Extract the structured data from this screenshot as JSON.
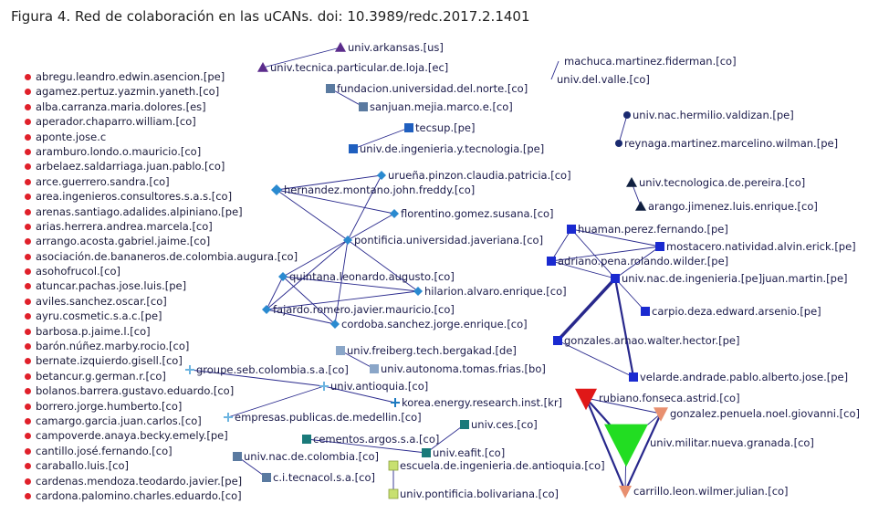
{
  "caption": "Figura 4. Red de colaboración en las uCANs. doi: 10.3989/redc.2017.2.1401",
  "colors": {
    "edge": "#28288c",
    "isolate": "#e0202a",
    "purple": "#5b2c8c",
    "navy": "#1a2a70",
    "dark": "#102040",
    "blue": "#1f5fbf",
    "steel": "#5a7aa0",
    "lightsteel": "#8aa6c8",
    "cyan": "#2a8ad0",
    "skyblue": "#6cb4e0",
    "azure": "#1c7ac0",
    "royal": "#1a2ad0",
    "teal": "#1a7a7a",
    "lime": "#c8e070",
    "red": "#e01818",
    "salmon": "#e89070",
    "green": "#22dd22"
  },
  "isolates": [
    "abregu.leandro.edwin.asencion.[pe]",
    "agamez.pertuz.yazmin.yaneth.[co]",
    "alba.carranza.maria.dolores.[es]",
    "aperador.chaparro.william.[co]",
    "aponte.jose.c",
    "aramburo.londo.o.mauricio.[co]",
    "arbelaez.saldarriaga.juan.pablo.[co]",
    "arce.guerrero.sandra.[co]",
    "area.ingenieros.consultores.s.a.s.[co]",
    "arenas.santiago.adalides.alpiniano.[pe]",
    "arias.herrera.andrea.marcela.[co]",
    "arrango.acosta.gabriel.jaime.[co]",
    "asociación.de.bananeros.de.colombia.augura.[co]",
    "asohofrucol.[co]",
    "atuncar.pachas.jose.luis.[pe]",
    "aviles.sanchez.oscar.[co]",
    "ayru.cosmetic.s.a.c.[pe]",
    "barbosa.p.jaime.l.[co]",
    "barón.núñez.marby.rocio.[co]",
    "bernate.izquierdo.gisell.[co]",
    "betancur.g.german.r.[co]",
    "bolanos.barrera.gustavo.eduardo.[co]",
    "borrero.jorge.humberto.[co]",
    "camargo.garcia.juan.carlos.[co]",
    "campoverde.anaya.becky.emely.[pe]",
    "cantillo.josé.fernando.[co]",
    "caraballo.luis.[co]",
    "cardenas.mendoza.teodardo.javier.[pe]",
    "cardona.palomino.charles.eduardo.[co]"
  ],
  "nodes": [
    {
      "id": "arkansas",
      "label": "univ.arkansas.[us]",
      "shape": "tri",
      "color": "purple"
    },
    {
      "id": "loja",
      "label": "univ.tecnica.particular.de.loja.[ec]",
      "shape": "tri",
      "color": "purple"
    },
    {
      "id": "machuca",
      "label": "machuca.martinez.fiderman.[co]",
      "shape": "none",
      "color": "navy"
    },
    {
      "id": "valle",
      "label": "univ.del.valle.[co]",
      "shape": "none",
      "color": "navy"
    },
    {
      "id": "fnorte",
      "label": "fundacion.universidad.del.norte.[co]",
      "shape": "sq",
      "color": "steel"
    },
    {
      "id": "sanjuan",
      "label": "sanjuan.mejia.marco.e.[co]",
      "shape": "sq",
      "color": "steel"
    },
    {
      "id": "hermilio",
      "label": "univ.nac.hermilio.valdizan.[pe]",
      "shape": "circle",
      "color": "navy"
    },
    {
      "id": "reynaga",
      "label": "reynaga.martinez.marcelino.wilman.[pe]",
      "shape": "circle",
      "color": "navy"
    },
    {
      "id": "tecsup",
      "label": "tecsup.[pe]",
      "shape": "sq",
      "color": "blue"
    },
    {
      "id": "uitp",
      "label": "univ.de.ingenieria.y.tecnologia.[pe]",
      "shape": "sq",
      "color": "blue"
    },
    {
      "id": "pereira",
      "label": "univ.tecnologica.de.pereira.[co]",
      "shape": "tri",
      "color": "dark"
    },
    {
      "id": "arangoj",
      "label": "arango.jimenez.luis.enrique.[co]",
      "shape": "tri",
      "color": "dark"
    },
    {
      "id": "uruena",
      "label": "urueña.pinzon.claudia.patricia.[co]",
      "shape": "dia",
      "color": "cyan"
    },
    {
      "id": "hernandez",
      "label": "hernandez.montano.john.freddy.[co]",
      "shape": "dia",
      "color": "cyan"
    },
    {
      "id": "florentino",
      "label": "florentino.gomez.susana.[co]",
      "shape": "dia",
      "color": "cyan"
    },
    {
      "id": "javeriana",
      "label": "pontificia.universidad.javeriana.[co]",
      "shape": "dia",
      "color": "cyan"
    },
    {
      "id": "quintana",
      "label": "quintana.leonardo.augusto.[co]",
      "shape": "dia",
      "color": "cyan"
    },
    {
      "id": "hilarion",
      "label": "hilarion.alvaro.enrique.[co]",
      "shape": "dia",
      "color": "cyan"
    },
    {
      "id": "fajardo",
      "label": "fajardo.romero.javier.mauricio.[co]",
      "shape": "dia",
      "color": "cyan"
    },
    {
      "id": "cordoba",
      "label": "cordoba.sanchez.jorge.enrique.[co]",
      "shape": "dia",
      "color": "cyan"
    },
    {
      "id": "huaman",
      "label": "huaman.perez.fernando.[pe]",
      "shape": "sq",
      "color": "royal"
    },
    {
      "id": "mostacero",
      "label": "mostacero.natividad.alvin.erick.[pe]",
      "shape": "sq",
      "color": "royal"
    },
    {
      "id": "adriano",
      "label": "adriano.pena.rolando.wilder.[pe]",
      "shape": "sq",
      "color": "royal"
    },
    {
      "id": "uni",
      "label": "univ.nac.de.ingenieria.[pe]juan.martin.[pe]",
      "shape": "sq",
      "color": "royal"
    },
    {
      "id": "carpio",
      "label": "carpio.deza.edward.arsenio.[pe]",
      "shape": "sq",
      "color": "royal"
    },
    {
      "id": "gonzales",
      "label": "gonzales.arnao.walter.hector.[pe]",
      "shape": "sq",
      "color": "royal"
    },
    {
      "id": "velarde",
      "label": "velarde.andrade.pablo.alberto.jose.[pe]",
      "shape": "sq",
      "color": "royal"
    },
    {
      "id": "freiberg",
      "label": "univ.freiberg.tech.bergakad.[de]",
      "shape": "sq",
      "color": "lightsteel"
    },
    {
      "id": "tomas",
      "label": "univ.autonoma.tomas.frias.[bo]",
      "shape": "sq",
      "color": "lightsteel"
    },
    {
      "id": "groupe",
      "label": "groupe.seb.colombia.s.a.[co]",
      "shape": "plus",
      "color": "skyblue"
    },
    {
      "id": "antioquia",
      "label": "univ.antioquia.[co]",
      "shape": "plus",
      "color": "skyblue"
    },
    {
      "id": "korea",
      "label": "korea.energy.research.inst.[kr]",
      "shape": "plus",
      "color": "azure"
    },
    {
      "id": "medellin",
      "label": "empresas.publicas.de.medellin.[co]",
      "shape": "plus",
      "color": "skyblue"
    },
    {
      "id": "ces",
      "label": "univ.ces.[co]",
      "shape": "sq",
      "color": "teal"
    },
    {
      "id": "cementos",
      "label": "cementos.argos.s.a.[co]",
      "shape": "sq",
      "color": "teal"
    },
    {
      "id": "eafit",
      "label": "univ.eafit.[co]",
      "shape": "sq",
      "color": "teal"
    },
    {
      "id": "unalco",
      "label": "univ.nac.de.colombia.[co]",
      "shape": "sq",
      "color": "steel"
    },
    {
      "id": "tecnacol",
      "label": "c.i.tecnacol.s.a.[co]",
      "shape": "sq",
      "color": "steel"
    },
    {
      "id": "eia",
      "label": "escuela.de.ingenieria.de.antioquia.[co]",
      "shape": "sqx",
      "color": "lime"
    },
    {
      "id": "bolivariana",
      "label": "univ.pontificia.bolivariana.[co]",
      "shape": "sqx",
      "color": "lime"
    },
    {
      "id": "rubiano",
      "label": "rubiano.fonseca.astrid.[co]",
      "shape": "tridown",
      "color": "red"
    },
    {
      "id": "gonzalez",
      "label": "gonzalez.penuela.noel.giovanni.[co]",
      "shape": "tridown",
      "color": "salmon"
    },
    {
      "id": "militar",
      "label": "univ.militar.nueva.granada.[co]",
      "shape": "tridown",
      "color": "green"
    },
    {
      "id": "carrillo",
      "label": "carrillo.leon.wilmer.julian.[co]",
      "shape": "tridown",
      "color": "salmon"
    }
  ],
  "edges": [
    [
      "arkansas",
      "loja",
      1
    ],
    [
      "machuca",
      "valle",
      1
    ],
    [
      "fnorte",
      "sanjuan",
      1
    ],
    [
      "hermilio",
      "reynaga",
      1
    ],
    [
      "tecsup",
      "uitp",
      1
    ],
    [
      "pereira",
      "arangoj",
      1
    ],
    [
      "uruena",
      "hernandez",
      1
    ],
    [
      "uruena",
      "javeriana",
      1
    ],
    [
      "hernandez",
      "florentino",
      1
    ],
    [
      "hernandez",
      "javeriana",
      1
    ],
    [
      "florentino",
      "javeriana",
      1
    ],
    [
      "javeriana",
      "quintana",
      1
    ],
    [
      "javeriana",
      "hilarion",
      1
    ],
    [
      "javeriana",
      "fajardo",
      1
    ],
    [
      "javeriana",
      "cordoba",
      1
    ],
    [
      "quintana",
      "hilarion",
      1
    ],
    [
      "quintana",
      "fajardo",
      1
    ],
    [
      "quintana",
      "cordoba",
      1
    ],
    [
      "fajardo",
      "hilarion",
      1
    ],
    [
      "fajardo",
      "cordoba",
      1
    ],
    [
      "huaman",
      "mostacero",
      1
    ],
    [
      "huaman",
      "adriano",
      1
    ],
    [
      "huaman",
      "uni",
      1
    ],
    [
      "adriano",
      "mostacero",
      1
    ],
    [
      "adriano",
      "uni",
      1
    ],
    [
      "uni",
      "mostacero",
      1
    ],
    [
      "uni",
      "carpio",
      1
    ],
    [
      "uni",
      "gonzales",
      3
    ],
    [
      "uni",
      "velarde",
      2
    ],
    [
      "gonzales",
      "velarde",
      1
    ],
    [
      "freiberg",
      "tomas",
      1
    ],
    [
      "groupe",
      "antioquia",
      1
    ],
    [
      "antioquia",
      "korea",
      1
    ],
    [
      "antioquia",
      "medellin",
      1
    ],
    [
      "cementos",
      "eafit",
      1
    ],
    [
      "ces",
      "eafit",
      1
    ],
    [
      "unalco",
      "tecnacol",
      1
    ],
    [
      "eia",
      "bolivariana",
      1
    ],
    [
      "rubiano",
      "gonzalez",
      1
    ],
    [
      "rubiano",
      "militar",
      2
    ],
    [
      "rubiano",
      "carrillo",
      2
    ],
    [
      "gonzalez",
      "militar",
      1
    ],
    [
      "gonzalez",
      "carrillo",
      2
    ],
    [
      "militar",
      "carrillo",
      1
    ]
  ]
}
